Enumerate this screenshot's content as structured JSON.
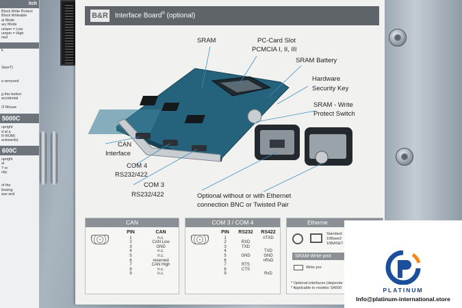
{
  "left_label": {
    "header_1": "itch",
    "lines_1": [
      "Block Write Protect",
      "Block Writeable",
      "al Mode",
      "ary Mode",
      "umper = Low",
      "umper = High",
      "ned"
    ],
    "header_2": "",
    "lines_2": [
      "k",
      "",
      "",
      "",
      "3aseT)",
      "",
      "",
      "e removed",
      "",
      "",
      "g this button",
      "accidental"
    ],
    "lines_3": [
      "/2 Mouse"
    ],
    "big_1": "5000C",
    "lines_4": [
      "upright",
      "d at a",
      "R-ROM)",
      "ackwards)"
    ],
    "big_2": "600C",
    "lines_5": [
      "upright",
      "al",
      "? or",
      "nity",
      "",
      "",
      "of the",
      "llowing",
      "ase and"
    ]
  },
  "paper": {
    "logo": "B&R",
    "title": "Interface Board",
    "title_suffix": "(optional)"
  },
  "annotations": {
    "sram": "SRAM",
    "pc_card_1": "PC-Card Slot",
    "pc_card_2": "PCMCIA I, II, III",
    "sram_battery": "SRAM Battery",
    "hw_key_1": "Hardware",
    "hw_key_2": "Security Key",
    "sram_write_1": "SRAM - Write",
    "sram_write_2": "Protect Switch",
    "can_1": "CAN",
    "can_2": "Interface",
    "com4_1": "COM 4",
    "com4_2": "RS232/422",
    "com3_1": "COM 3",
    "com3_2": "RS232/422",
    "eth_1": "Optional without or with Ethernet",
    "eth_2": "connection BNC or Twisted Pair"
  },
  "can_table": {
    "title": "CAN",
    "pin_header": "PIN",
    "can_header": "CAN",
    "pins": [
      "1",
      "2",
      "3",
      "4",
      "5",
      "6",
      "7",
      "8",
      "9"
    ],
    "values": [
      "n.c.",
      "CAN Low",
      "GND",
      "n.c.",
      "n.c.",
      "reserved",
      "CAN High",
      "n.c.",
      "n.c."
    ]
  },
  "com_table": {
    "title": "COM 3 / COM 4",
    "pin_header": "PIN",
    "rs232_header": "RS232",
    "rs422_header": "RS422",
    "pins": [
      "1",
      "2",
      "3",
      "4",
      "5",
      "6",
      "7",
      "8",
      "9"
    ],
    "rs232": [
      "",
      "RXD",
      "TXD",
      "",
      "GND",
      "",
      "RTS",
      "CTS",
      ""
    ],
    "rs422": [
      "nTXD",
      "",
      "",
      "TXD",
      "GND",
      "nRxD",
      "",
      "",
      "RxD"
    ]
  },
  "eth_panel": {
    "title": "Etherne",
    "standard_1": "Standard",
    "standard_2": "10Base2",
    "standard_3": "10BASET",
    "sub_title": "SRAM-Write prot",
    "write_label": "Write pro",
    "note_1": "* Optional interfaces (depende",
    "note_2": "* Applicable to models: 5A500"
  },
  "overlay": {
    "brand": "PLATINUM",
    "email": "Info@platinum-international.store",
    "color_blue": "#1b4f9c",
    "color_orange": "#f08a1c"
  }
}
